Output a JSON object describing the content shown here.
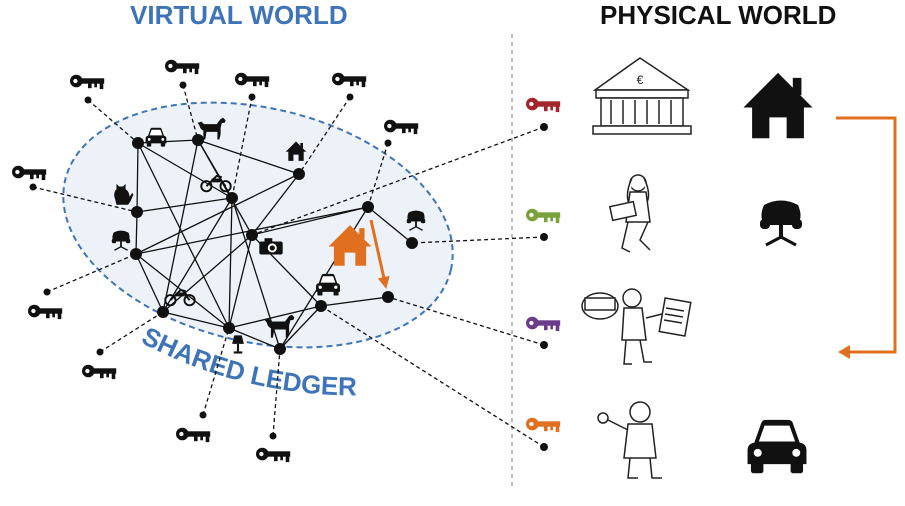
{
  "titles": {
    "virtual": "VIRTUAL WORLD",
    "physical": "PHYSICAL WORLD"
  },
  "ledger_label": "SHARED LEDGER",
  "colors": {
    "virtual_title": "#3f74b9",
    "ledger_fill": "#edf2f9",
    "ledger_border": "#3f74b9",
    "ledger_text": "#3f74b9",
    "transfer_arrow": "#e0701f",
    "key_red": "#a3262a",
    "key_green": "#7aa23c",
    "key_purple": "#6c3c8c",
    "key_orange": "#e0701f",
    "ink": "#111111"
  },
  "network_icons": [
    "car-icon",
    "dog-icon",
    "house-icon",
    "cat-icon",
    "motorcycle-icon",
    "chair-icon",
    "camera-icon",
    "lamp-icon"
  ],
  "physical_entities": [
    "bank-building-icon",
    "woman-laptop-icon",
    "salesman-contract-icon",
    "man-magnifier-icon"
  ],
  "physical_assets": [
    "house-icon",
    "chair-icon",
    "car-icon"
  ]
}
